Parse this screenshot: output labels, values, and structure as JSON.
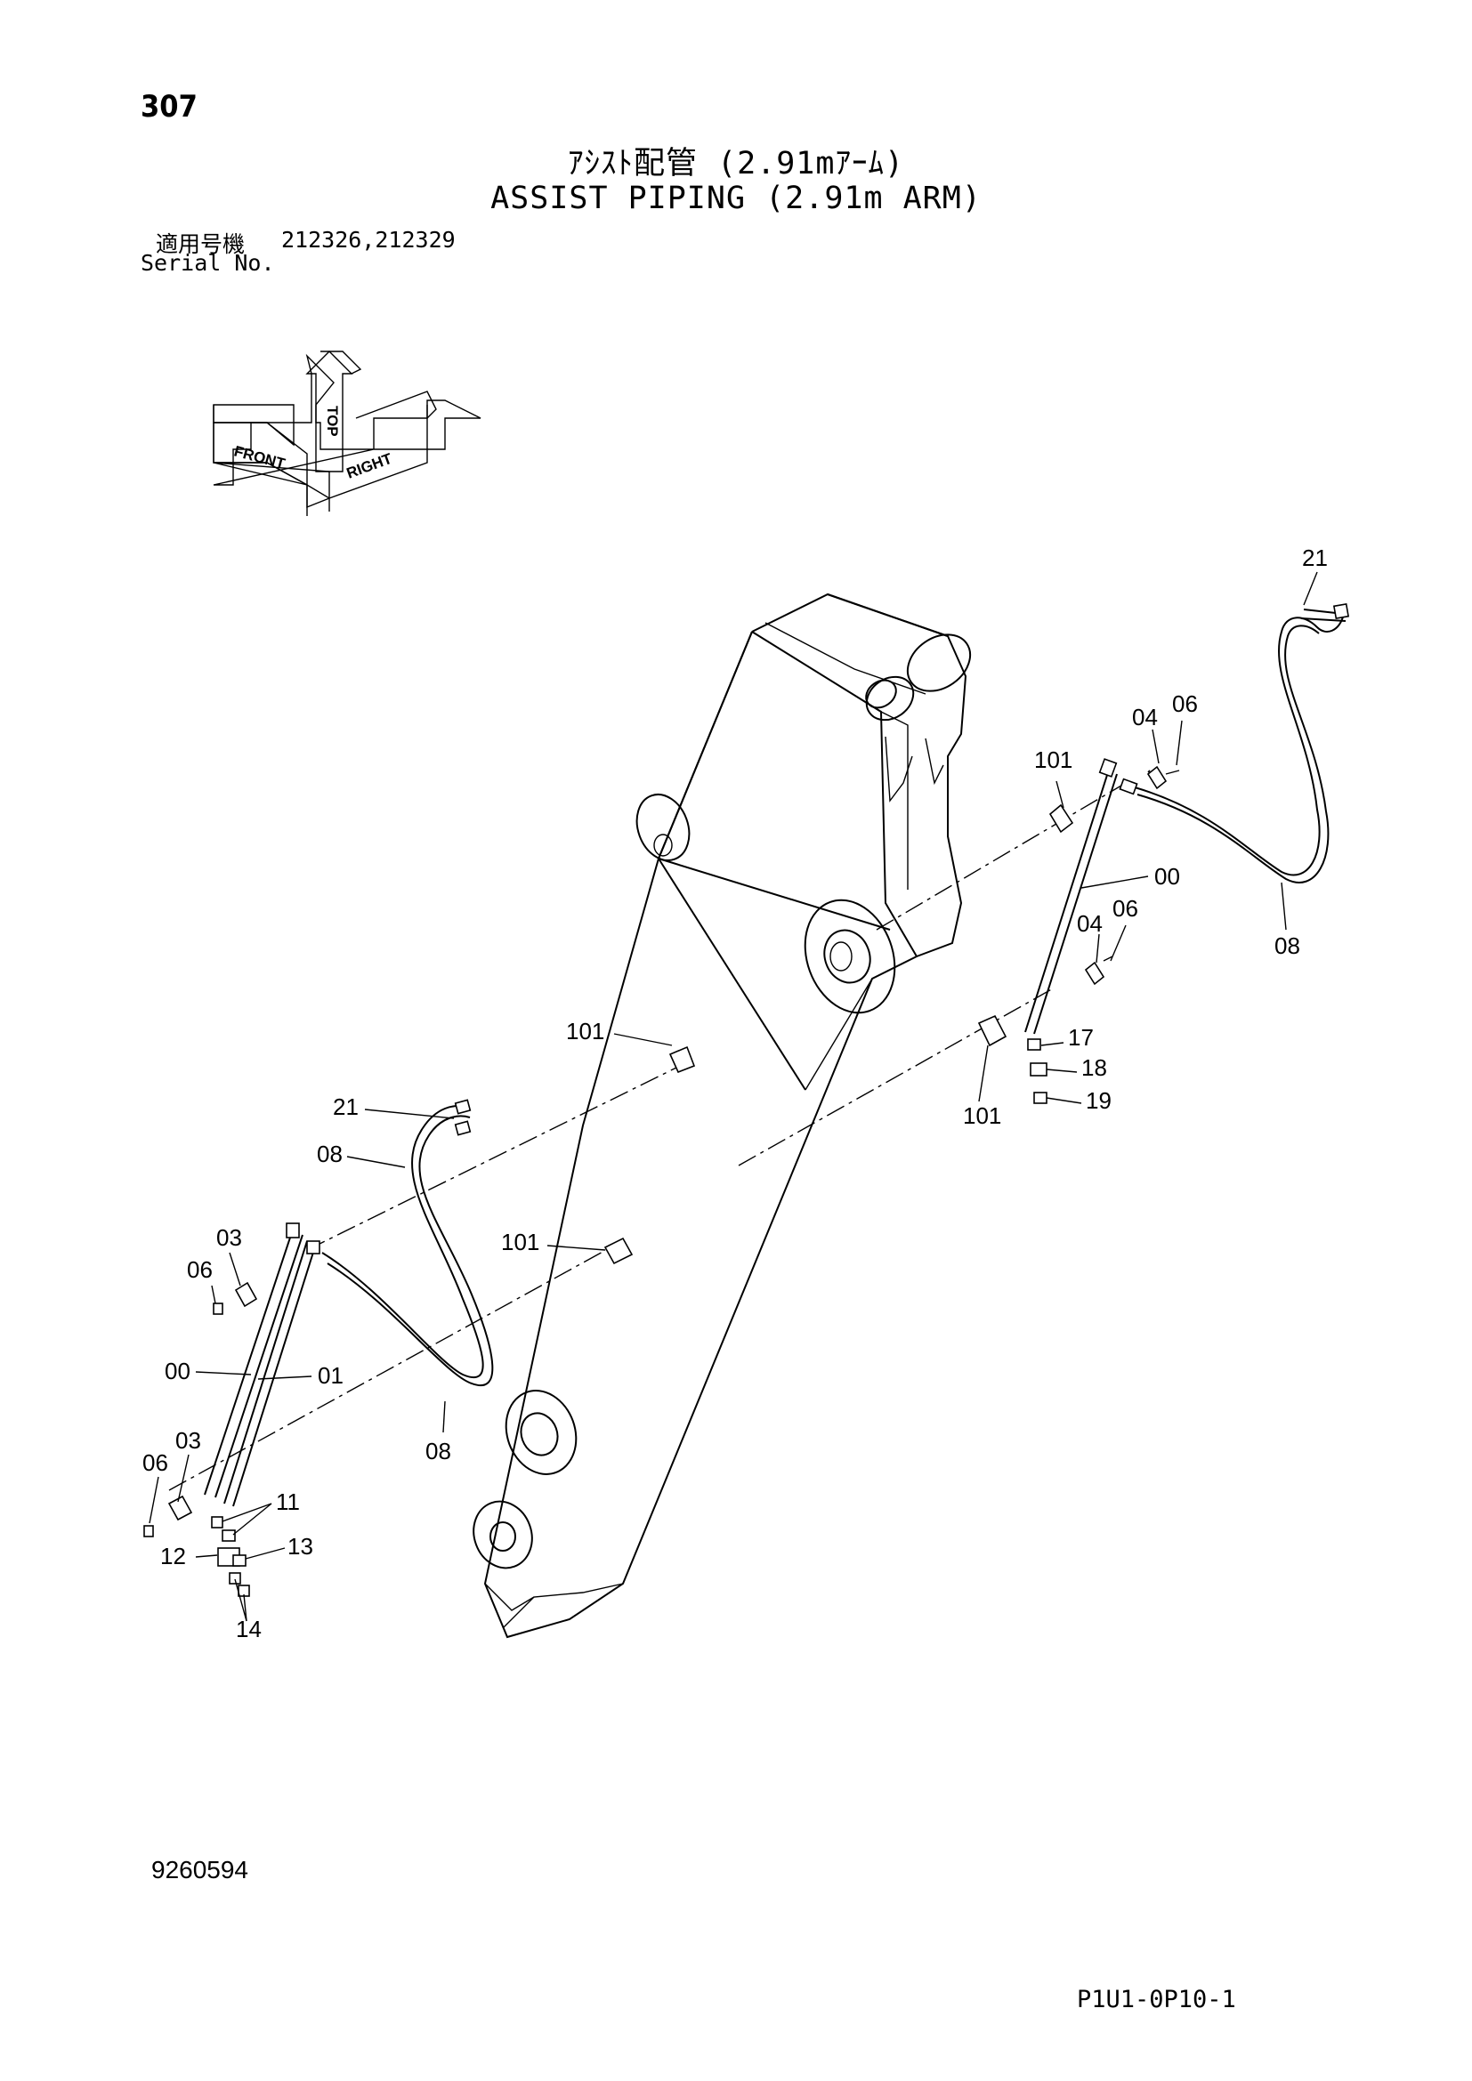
{
  "header": {
    "page_number": "307",
    "title_jp": "ｱｼｽﾄ配管 (2.91mｱｰﾑ)",
    "title_en": "ASSIST PIPING (2.91m ARM)",
    "serial_label_jp": "適用号機",
    "serial_values": "212326,212329",
    "serial_label_en": "Serial No."
  },
  "orientation": {
    "top": "TOP",
    "front": "FRONT",
    "right": "RIGHT"
  },
  "callouts": {
    "c21_top": "21",
    "c04_a": "04",
    "c06_a": "06",
    "c101_a": "101",
    "c00_right": "00",
    "c04_b": "04",
    "c06_b": "06",
    "c08_right": "08",
    "c101_b": "101",
    "c17": "17",
    "c18": "18",
    "c19": "19",
    "c101_c": "101",
    "c21_left": "21",
    "c08_left_top": "08",
    "c03_a": "03",
    "c06_c": "06",
    "c101_d": "101",
    "c00_left": "00",
    "c01": "01",
    "c03_b": "03",
    "c06_d": "06",
    "c08_left_bottom": "08",
    "c11": "11",
    "c12": "12",
    "c13": "13",
    "c14": "14"
  },
  "footer": {
    "drawing_number": "9260594",
    "page_code": "P1U1-0P10-1"
  }
}
